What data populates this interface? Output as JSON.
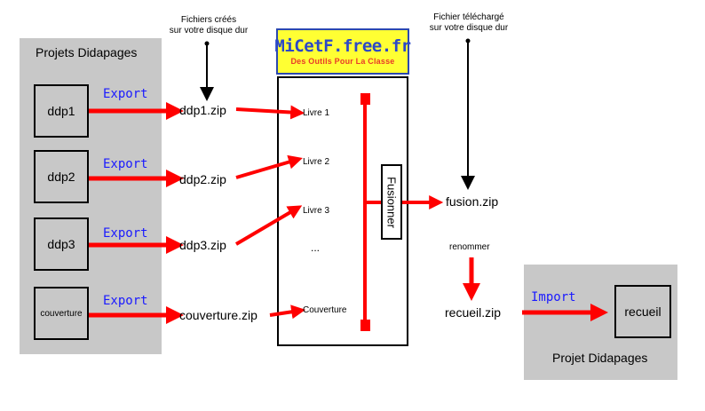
{
  "left_panel": {
    "title": "Projets Didapages"
  },
  "right_panel": {
    "title": "Projet Didapages"
  },
  "sources": [
    {
      "label": "ddp1",
      "action": "Export",
      "output": "ddp1.zip"
    },
    {
      "label": "ddp2",
      "action": "Export",
      "output": "ddp2.zip"
    },
    {
      "label": "ddp3",
      "action": "Export",
      "output": "ddp3.zip"
    },
    {
      "label": "couverture",
      "action": "Export",
      "output": "couverture.zip"
    }
  ],
  "notes": {
    "created": [
      "Fichiers créés",
      "sur votre disque dur"
    ],
    "downloaded": [
      "Fichier téléchargé",
      "sur votre disque dur"
    ]
  },
  "logo": {
    "title": "MiCetF.free.fr",
    "subtitle": "Des Outils Pour La Classe"
  },
  "books": [
    "Livre 1",
    "Livre 2",
    "Livre 3",
    "...",
    "Couverture"
  ],
  "merge_label": "Fusionner",
  "fusion_output": "fusion.zip",
  "rename_label": "renommer",
  "renamed_output": "recueil.zip",
  "import_label": "Import",
  "target_label": "recueil",
  "colors": {
    "arrow": "#ff0000",
    "panel": "#c8c8c8",
    "tag": "#1a1aff",
    "logo_bg": "#ffff33",
    "logo_text": "#2b48c8"
  }
}
